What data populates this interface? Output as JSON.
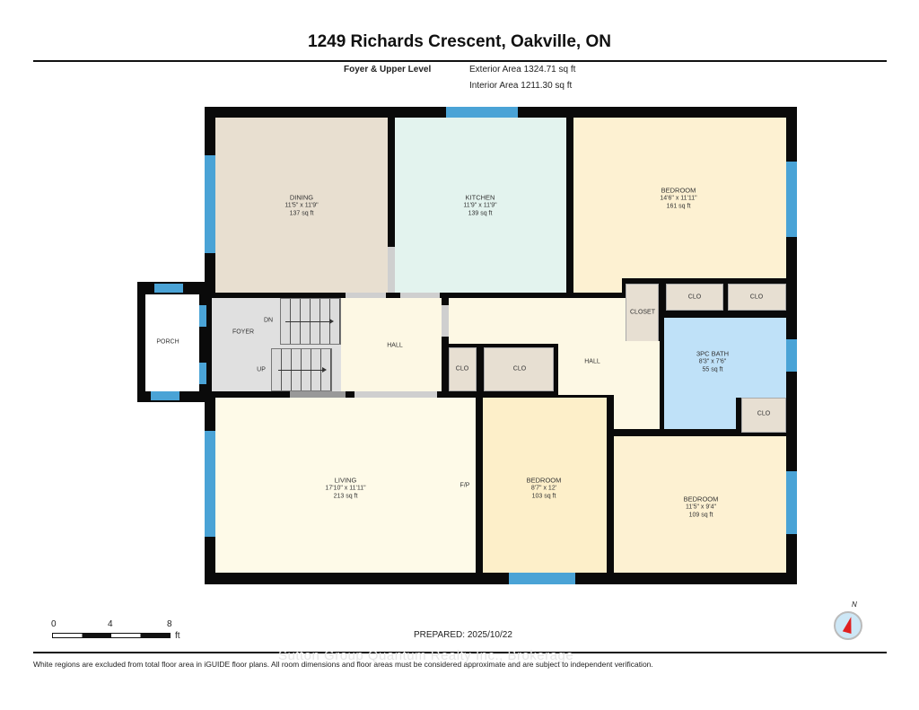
{
  "title": "1249 Richards Crescent, Oakville, ON",
  "header": {
    "level": "Foyer & Upper Level",
    "exterior_area": "Exterior Area 1324.71 sq ft",
    "interior_area": "Interior Area 1211.30 sq ft"
  },
  "rooms": {
    "dining": {
      "name": "DINING",
      "dims": "11'5\" x 11'9\"",
      "area": "137 sq ft",
      "color": "#e8dfd0"
    },
    "kitchen": {
      "name": "KITCHEN",
      "dims": "11'9\" x 11'9\"",
      "area": "139 sq ft",
      "color": "#e3f3ee"
    },
    "bedroom1": {
      "name": "BEDROOM",
      "dims": "14'6\" x 11'11\"",
      "area": "161 sq ft",
      "color": "#fdf1d2"
    },
    "bath": {
      "name": "3PC BATH",
      "dims": "8'3\" x 7'6\"",
      "area": "55 sq ft",
      "color": "#bfe1f8"
    },
    "living": {
      "name": "LIVING",
      "dims": "17'10\" x 11'11\"",
      "area": "213 sq ft",
      "color": "#fefae8"
    },
    "bedroom2": {
      "name": "BEDROOM",
      "dims": "8'7\" x 12'",
      "area": "103 sq ft",
      "color": "#fdefc9"
    },
    "bedroom3": {
      "name": "BEDROOM",
      "dims": "11'5\" x 9'4\"",
      "area": "109 sq ft",
      "color": "#fdf1d2"
    },
    "foyer": {
      "name": "FOYER"
    },
    "porch": {
      "name": "PORCH"
    },
    "hall1": {
      "name": "HALL"
    },
    "hall2": {
      "name": "HALL"
    },
    "closet": {
      "name": "CLOSET"
    },
    "clo": "CLO",
    "stairs_down": "DN",
    "stairs_up": "UP",
    "fireplace": "F/P"
  },
  "scale": {
    "ticks": [
      "0",
      "4",
      "8"
    ],
    "unit": "ft"
  },
  "prepared": "PREPARED: 2025/10/22",
  "compass": "N",
  "watermark": "Sutton Group Quantum Realty Inc., Brokerage",
  "footer": "White regions are excluded from total floor area in iGUIDE floor plans. All room dimensions and floor areas must be considered approximate and are subject to independent verification.",
  "colors": {
    "wall": "#0a0a0a",
    "window": "#4aa3d6",
    "compass_needle": "#e02020"
  }
}
